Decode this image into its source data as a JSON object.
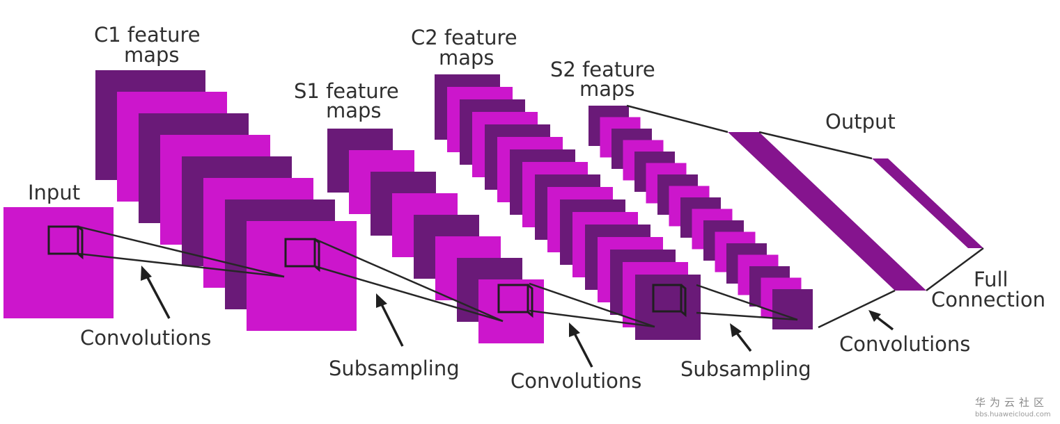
{
  "labels": {
    "input": "Input",
    "c1_line1": "C1 feature",
    "c1_line2": "maps",
    "s1_line1": "S1 feature",
    "s1_line2": "maps",
    "c2_line1": "C2 feature",
    "c2_line2": "maps",
    "s2_line1": "S2 feature",
    "s2_line2": "maps",
    "output": "Output",
    "full_line1": "Full",
    "full_line2": "Connection",
    "convolutions_1": "Convolutions",
    "subsampling_1": "Subsampling",
    "convolutions_2": "Convolutions",
    "subsampling_2": "Subsampling",
    "convolutions_3": "Convolutions"
  },
  "watermark": {
    "chinese": "华为云社区",
    "url": "bbs.huaweicloud.com"
  },
  "colors": {
    "magenta": "#cc16cc",
    "dark_purple": "#6a1a78",
    "output_purple": "#85148e",
    "line": "#262626"
  }
}
